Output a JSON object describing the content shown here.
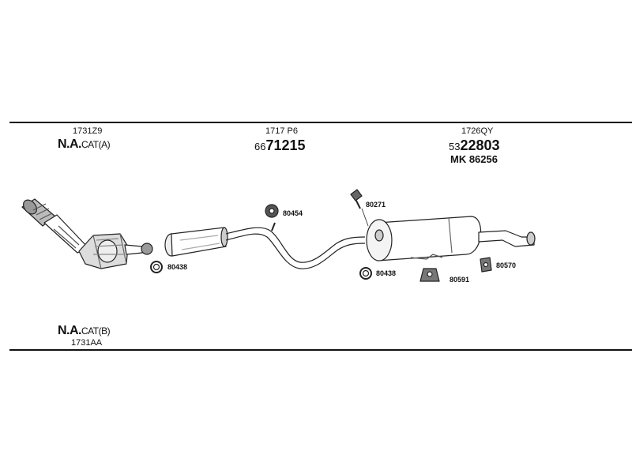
{
  "header_groups": [
    {
      "code": "1731Z9",
      "name_bold": "N.A.",
      "name_rest": "CAT(A)"
    },
    {
      "code": "1717 P6",
      "num_prefix": "66",
      "num_main": "71215"
    },
    {
      "code": "1726QY",
      "num_prefix": "53",
      "num_main": "22803",
      "extra": "MK  86256"
    }
  ],
  "footer_group": {
    "name_bold": "N.A.",
    "name_rest": "CAT(B)",
    "code": "1731AA"
  },
  "parts": {
    "clamp_front": "80438",
    "hanger_mid": "80454",
    "bolt": "80271",
    "clamp_rear": "80438",
    "rubber_mount": "80591",
    "rubber_mount_2": "80570"
  }
}
